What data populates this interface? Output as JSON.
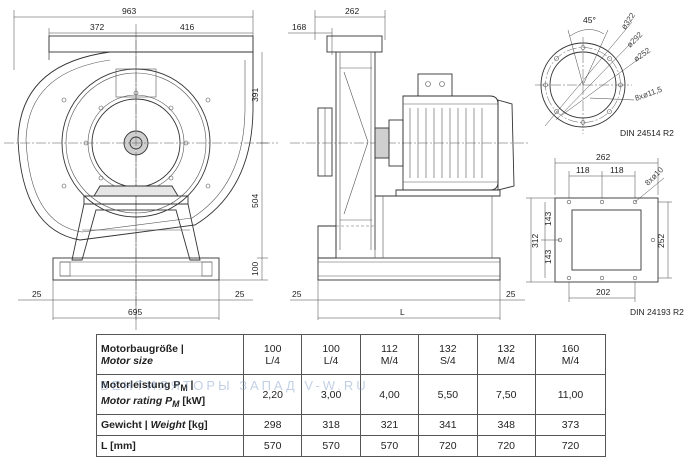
{
  "drawing": {
    "front_view": {
      "dim_overall_width": "963",
      "dim_left": "372",
      "dim_right": "416",
      "dim_upper_height": "391",
      "dim_lower_height": "504",
      "dim_base_height": "100",
      "dim_base_width": "695",
      "dim_left_offset": "25",
      "dim_right_offset": "25"
    },
    "side_view": {
      "dim_flange_depth": "168",
      "dim_outlet_width": "262",
      "dim_left_offset": "25",
      "dim_right_offset": "25",
      "dim_length": "L"
    },
    "inlet_flange": {
      "dim_angle": "45°",
      "dim_d1": "ø322",
      "dim_d2": "ø292",
      "dim_d3": "ø252",
      "dim_holes": "8xø11,5",
      "standard": "DIN 24514 R2"
    },
    "outlet_flange": {
      "dim_width": "262",
      "dim_half_left": "118",
      "dim_half_right": "118",
      "dim_holes": "8xø10",
      "dim_height": "312",
      "dim_upper": "143",
      "dim_lower": "143",
      "dim_inner": "252",
      "dim_inner_width": "202",
      "standard": "DIN 24193 R2"
    }
  },
  "table": {
    "rows": [
      {
        "label_de": "Motorbaugröße |",
        "label_en": "Motor size",
        "values": [
          [
            "100",
            "L/4"
          ],
          [
            "100",
            "L/4"
          ],
          [
            "112",
            "M/4"
          ],
          [
            "132",
            "S/4"
          ],
          [
            "132",
            "M/4"
          ],
          [
            "160",
            "M/4"
          ]
        ]
      },
      {
        "label_de": "Motorleistung P",
        "label_de_sub": "M",
        "label_de_end": " |",
        "label_en": "Motor rating P",
        "label_en_sub": "M",
        "label_en_end": " [kW]",
        "values": [
          "2,20",
          "3,00",
          "4,00",
          "5,50",
          "7,50",
          "11,00"
        ]
      },
      {
        "label_de": "Gewicht | ",
        "label_en": "Weight",
        "label_end": " [kg]",
        "values": [
          "298",
          "318",
          "321",
          "341",
          "348",
          "373"
        ]
      },
      {
        "label_de": "L [mm]",
        "values": [
          "570",
          "570",
          "570",
          "720",
          "720",
          "720"
        ]
      }
    ]
  },
  "watermark": "ВЕНТИЛЯТОРЫ ЗАПАД  V-W.RU"
}
